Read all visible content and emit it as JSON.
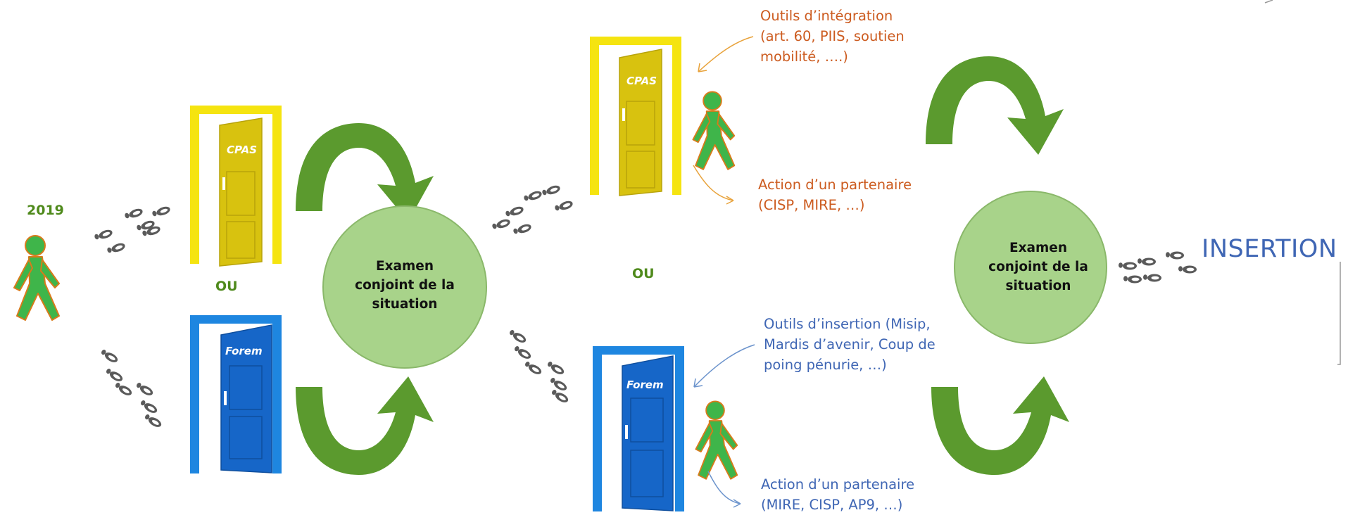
{
  "year": "2019",
  "or_label": "OU",
  "doors": {
    "cpas": "CPAS",
    "forem": "Forem"
  },
  "circle_text": "Examen\nconjoint de la\nsituation",
  "cpas_outcomes": {
    "integration_tools": "Outils d’intégration\n(art. 60, PIIS, soutien\nmobilité, ….)",
    "partner_action": "Action d’un partenaire\n(CISP, MIRE, …)"
  },
  "forem_outcomes": {
    "insertion_tools": "Outils d’insertion (Misip,\nMardis d’avenir, Coup de\npoing pénurie, …)",
    "partner_action": "Action d’un partenaire\n(MIRE, CISP, AP9, …)"
  },
  "final_outcome": "INSERTION",
  "colors": {
    "orange": "#cc5b1f",
    "blue": "#3f66b4",
    "green_text": "#4f8a1c",
    "figure_green": "#3fb54a",
    "figure_outline": "#d97a1a",
    "arrow_green": "#5b9a2e",
    "circle_fill": "#a8d38a",
    "yellow_frame": "#f5e410",
    "yellow_door": "#d8c20f",
    "blue_frame": "#1e86e0",
    "blue_door": "#1666c8",
    "footprint": "#5a5a5a"
  },
  "icons": [
    "walking-person-icon",
    "door-icon",
    "footprints-icon",
    "curved-arrow-icon"
  ]
}
